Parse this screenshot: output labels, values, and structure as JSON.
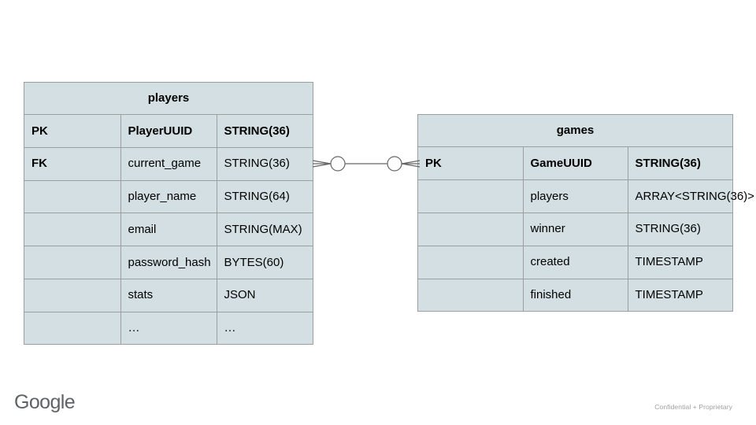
{
  "diagram": {
    "type": "entity-relationship-diagram",
    "notation": "crows-foot",
    "colors": {
      "entity_fill": "#d3dfe2",
      "entity_border": "#9aa0a0",
      "connector": "#666666",
      "logo_gray": "#5f6368",
      "confidential_gray": "#9e9e9e"
    },
    "entities": [
      {
        "id": "players",
        "title": "players",
        "rows": [
          {
            "key": "PK",
            "name": "PlayerUUID",
            "type": "STRING(36)",
            "bold": true
          },
          {
            "key": "FK",
            "name": "current_game",
            "type": "STRING(36)",
            "bold": false
          },
          {
            "key": "",
            "name": "player_name",
            "type": "STRING(64)",
            "bold": false
          },
          {
            "key": "",
            "name": "email",
            "type": "STRING(MAX)",
            "bold": false
          },
          {
            "key": "",
            "name": "password_hash",
            "type": "BYTES(60)",
            "bold": false
          },
          {
            "key": "",
            "name": "stats",
            "type": "JSON",
            "bold": false
          },
          {
            "key": "",
            "name": "…",
            "type": "…",
            "bold": false
          }
        ]
      },
      {
        "id": "games",
        "title": "games",
        "rows": [
          {
            "key": "PK",
            "name": "GameUUID",
            "type": "STRING(36)",
            "bold": true
          },
          {
            "key": "",
            "name": "players",
            "type": "ARRAY<STRING(36)>",
            "bold": false
          },
          {
            "key": "",
            "name": "winner",
            "type": "STRING(36)",
            "bold": false
          },
          {
            "key": "",
            "name": "created",
            "type": "TIMESTAMP",
            "bold": false
          },
          {
            "key": "",
            "name": "finished",
            "type": "TIMESTAMP",
            "bold": false
          }
        ]
      }
    ],
    "relationship": {
      "from": "players",
      "to": "games",
      "from_cardinality": "zero-or-many",
      "to_cardinality": "zero-or-many",
      "label": ""
    }
  },
  "footer": {
    "logo_text": "Google",
    "confidential_text": "Confidential + Proprietary"
  }
}
